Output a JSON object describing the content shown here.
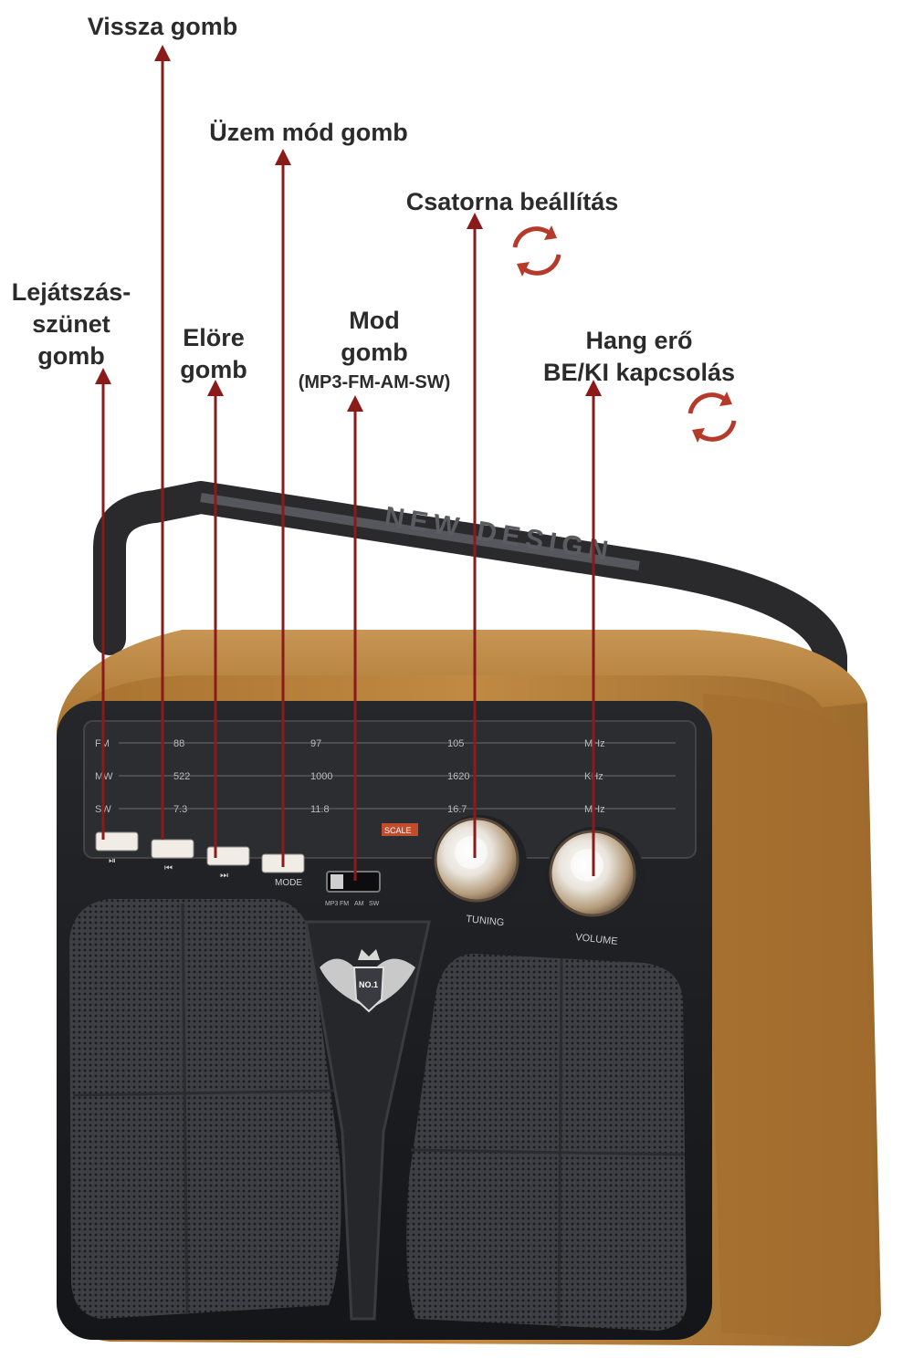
{
  "labels": {
    "vissza": [
      "Vissza gomb"
    ],
    "uzem": [
      "Üzem mód gomb"
    ],
    "csatorna": [
      "Csatorna beállítás"
    ],
    "lejatszas": [
      "Lejátszás-",
      "szünet",
      "gomb"
    ],
    "elore": [
      "Elöre",
      "gomb"
    ],
    "mod": [
      "Mod",
      "gomb"
    ],
    "mod_sub": "(MP3-FM-AM-SW)",
    "hang": [
      "Hang erő",
      "BE/KI kapcsolás"
    ]
  },
  "radio": {
    "handle_text": "NEW DESIGN",
    "buttons": [
      "⏯",
      "⏮",
      "⏭",
      "MODE"
    ],
    "switch_labels": [
      "MP3",
      "FM",
      "AM",
      "SW"
    ],
    "knob_labels": [
      "TUNING",
      "VOLUME"
    ],
    "badge_text": "NO.1",
    "dial_rows": [
      {
        "band": "FM",
        "marks": [
          "88",
          "97",
          "105",
          "MHz"
        ]
      },
      {
        "band": "MW",
        "marks": [
          "522",
          "1000",
          "1620",
          "KHz"
        ]
      },
      {
        "band": "SW",
        "marks": [
          "7.3",
          "11.8",
          "16.7",
          "MHz"
        ]
      }
    ],
    "scale_label": "SCALE"
  },
  "colors": {
    "arrow": "#8b1a1a",
    "wood": "#b27d3a",
    "panel": "#1c1d20",
    "handle": "#2a2a2c"
  }
}
